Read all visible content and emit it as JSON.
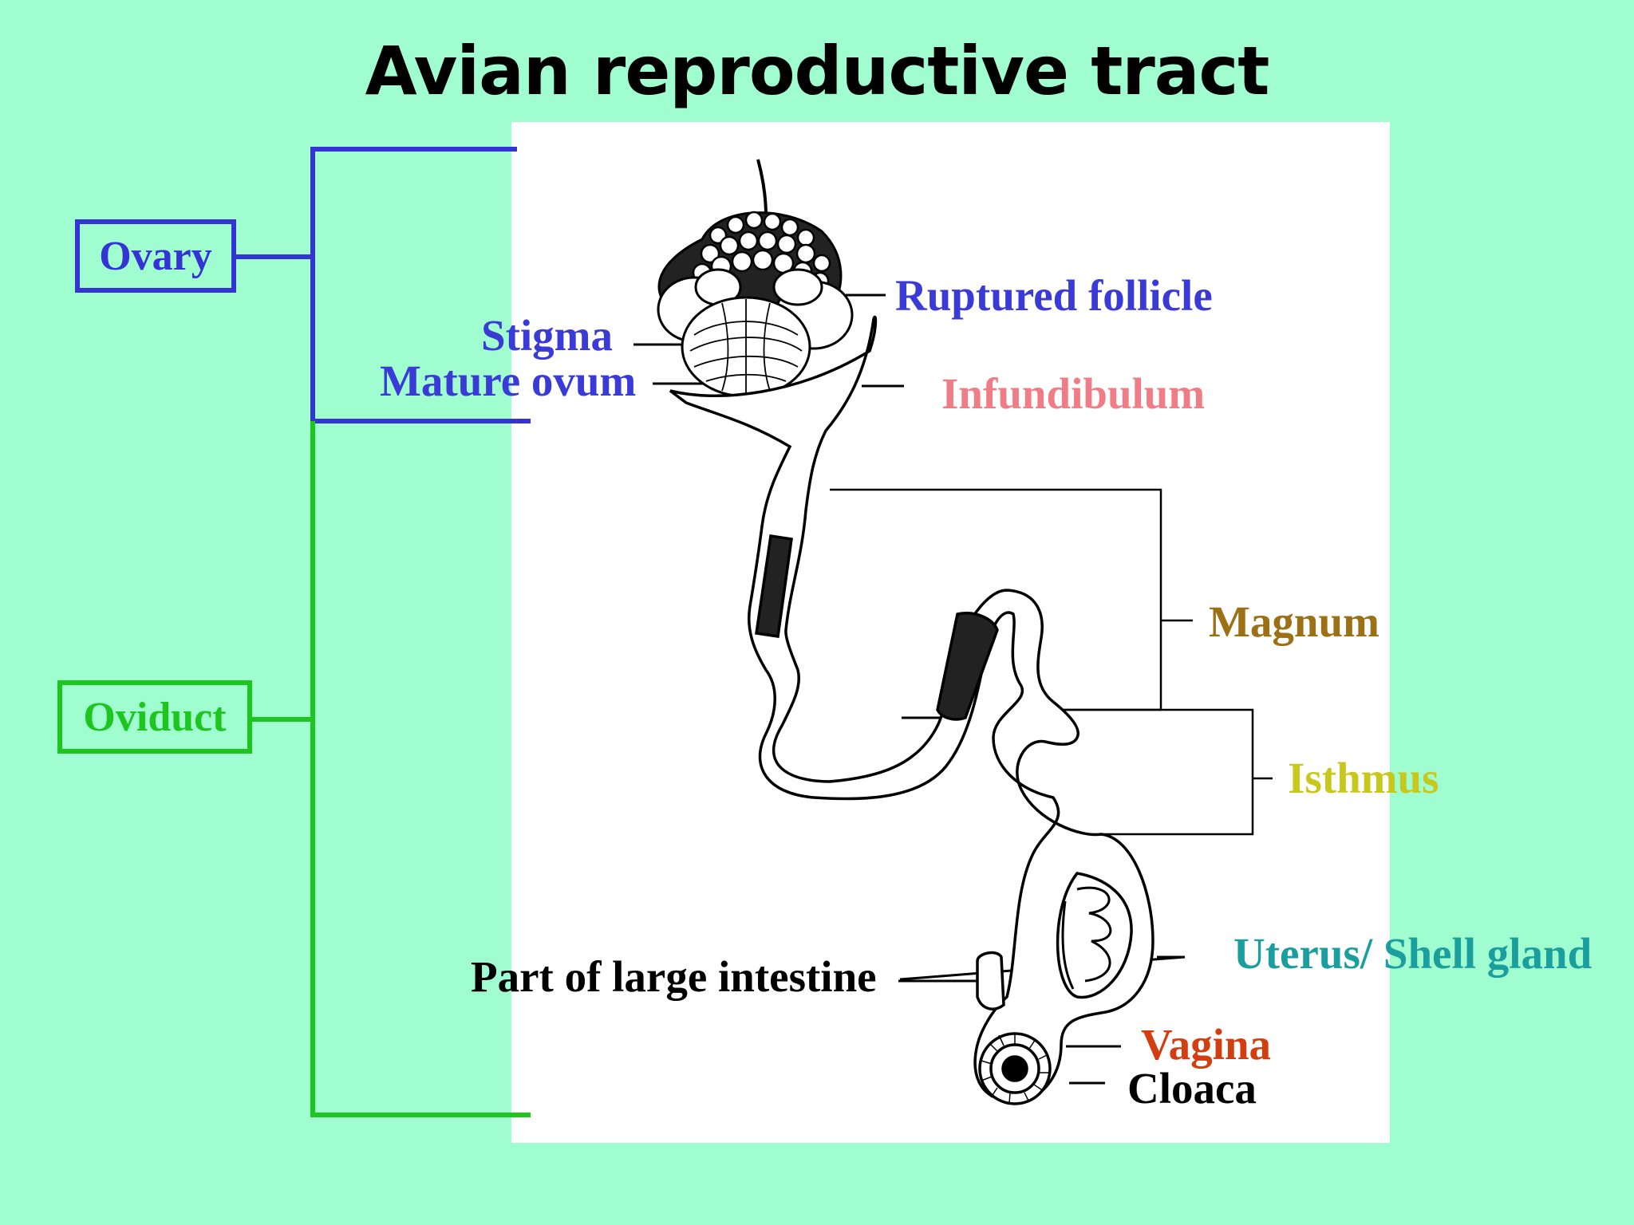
{
  "title": "Avian reproductive tract",
  "groups": {
    "ovary": {
      "label": "Ovary",
      "color": "#3434d4"
    },
    "oviduct": {
      "label": "Oviduct",
      "color": "#1ec51e"
    }
  },
  "labels": {
    "ruptured_follicle": {
      "text": "Ruptured follicle",
      "color": "#3a3ad6"
    },
    "stigma": {
      "text": "Stigma",
      "color": "#3a3ad6"
    },
    "mature_ovum": {
      "text": "Mature ovum",
      "color": "#3a3ad6"
    },
    "infundibulum": {
      "text": "Infundibulum",
      "color": "#f07c86"
    },
    "magnum": {
      "text": "Magnum",
      "color": "#9c7014"
    },
    "isthmus": {
      "text": "Isthmus",
      "color": "#c8c81c"
    },
    "uterus": {
      "text": "Uterus/ Shell gland",
      "color": "#1a9e9e"
    },
    "vagina": {
      "text": "Vagina",
      "color": "#d23e10"
    },
    "cloaca": {
      "text": "Cloaca",
      "color": "#000000"
    },
    "large_intestine": {
      "text": "Part of large intestine",
      "color": "#000000"
    }
  }
}
